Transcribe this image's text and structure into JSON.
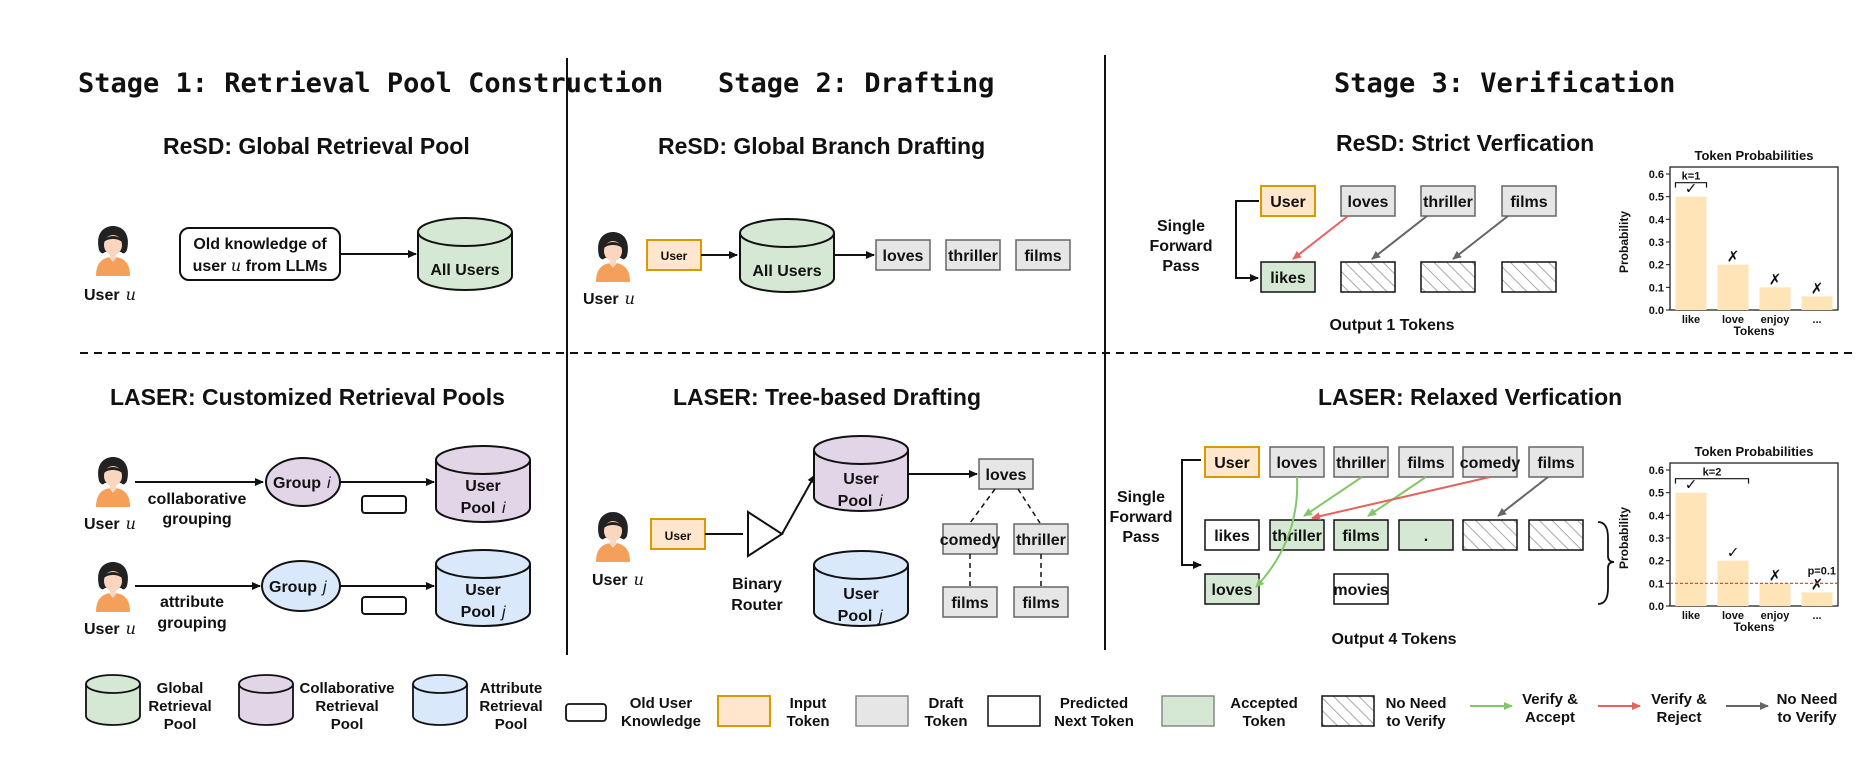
{
  "stages": {
    "s1": "Stage 1: Retrieval Pool Construction",
    "s2": "Stage 2: Drafting",
    "s3": "Stage 3: Verification"
  },
  "subtitles": {
    "resd_pool": "ReSD: Global Retrieval Pool",
    "resd_draft": "ReSD: Global Branch Drafting",
    "resd_verify": "ReSD: Strict Verfication",
    "laser_pool": "LASER: Customized Retrieval Pools",
    "laser_draft": "LASER: Tree-based Drafting",
    "laser_verify": "LASER: Relaxed Verfication"
  },
  "stage1": {
    "user_label": "User",
    "user_var": "u",
    "old_knowledge_l1": "Old knowledge of",
    "old_knowledge_l2a": "user ",
    "old_knowledge_l2b": " from LLMs",
    "all_users": "All Users",
    "collab_l1": "collaborative",
    "collab_l2": "grouping",
    "attr_l1": "attribute",
    "attr_l2": "grouping",
    "group": "Group",
    "var_i": "i",
    "var_j": "j",
    "user_pool_l1": "User",
    "user_pool_l2": "Pool"
  },
  "stage2": {
    "user_token": "User",
    "all_users": "All Users",
    "draft_tokens": [
      "loves",
      "thriller",
      "films"
    ],
    "binary_l1": "Binary",
    "binary_l2": "Router",
    "tree": [
      "loves",
      "comedy",
      "thriller",
      "films",
      "films"
    ]
  },
  "stage3": {
    "single_l1": "Single",
    "single_l2": "Forward",
    "single_l3": "Pass",
    "resd_top": [
      "User",
      "loves",
      "thriller",
      "films"
    ],
    "resd_out": "likes",
    "resd_output": "Output 1 Tokens",
    "laser_top": [
      "User",
      "loves",
      "thriller",
      "films",
      "comedy",
      "films"
    ],
    "laser_row2": [
      "likes",
      "thriller",
      "films",
      "."
    ],
    "laser_row3": [
      "loves",
      "movies"
    ],
    "laser_output": "Output 4 Tokens"
  },
  "chart_data": [
    {
      "type": "bar",
      "title": "Token Probabilities",
      "xlabel": "Tokens",
      "ylabel": "Probability",
      "categories": [
        "like",
        "love",
        "enjoy",
        "..."
      ],
      "values": [
        0.5,
        0.2,
        0.1,
        0.06
      ],
      "ylim": [
        0,
        0.6
      ],
      "yticks": [
        "0.0",
        "0.1",
        "0.2",
        "0.3",
        "0.4",
        "0.5",
        "0.6"
      ],
      "marks": [
        "✓",
        "✗",
        "✗",
        "✗"
      ],
      "annotation": "k=1"
    },
    {
      "type": "bar",
      "title": "Token Probabilities",
      "xlabel": "Tokens",
      "ylabel": "Probability",
      "categories": [
        "like",
        "love",
        "enjoy",
        "..."
      ],
      "values": [
        0.5,
        0.2,
        0.1,
        0.06
      ],
      "ylim": [
        0,
        0.6
      ],
      "yticks": [
        "0.0",
        "0.1",
        "0.2",
        "0.3",
        "0.4",
        "0.5",
        "0.6"
      ],
      "marks": [
        "✓",
        "✓",
        "✗",
        "✗"
      ],
      "annotation": "k=2",
      "threshold": 0.1,
      "threshold_label": "p=0.1"
    }
  ],
  "legend": {
    "global": [
      "Global",
      "Retrieval",
      "Pool"
    ],
    "collab": [
      "Collaborative",
      "Retrieval",
      "Pool"
    ],
    "attrib": [
      "Attribute",
      "Retrieval",
      "Pool"
    ],
    "old": [
      "Old User",
      "Knowledge"
    ],
    "input": [
      "Input",
      "Token"
    ],
    "draft": [
      "Draft",
      "Token"
    ],
    "predicted": [
      "Predicted",
      "Next Token"
    ],
    "accepted": [
      "Accepted",
      "Token"
    ],
    "noneed": [
      "No Need",
      "to Verify"
    ],
    "va": [
      "Verify &",
      "Accept"
    ],
    "vr": [
      "Verify &",
      "Reject"
    ],
    "nv": [
      "No Need",
      "to Verify"
    ]
  },
  "colors": {
    "global_pool": "#d5e8d4",
    "collab_pool": "#e1d5e7",
    "attrib_pool": "#dae8fc",
    "input_token_fill": "#ffe6cc",
    "input_token_stroke": "#d79b00",
    "draft_token": "#e6e6e6",
    "accepted_token": "#d5e8d4",
    "bar": "#ffe4b8",
    "accept_arrow": "#82c76a",
    "reject_arrow": "#e5635f",
    "noverify_arrow": "#666666",
    "user_skin": "#fbd6bf",
    "user_shirt": "#f5a05a"
  },
  "icons": [
    "user-icon",
    "cylinder-icon",
    "router-triangle-icon",
    "check-icon",
    "cross-icon"
  ]
}
